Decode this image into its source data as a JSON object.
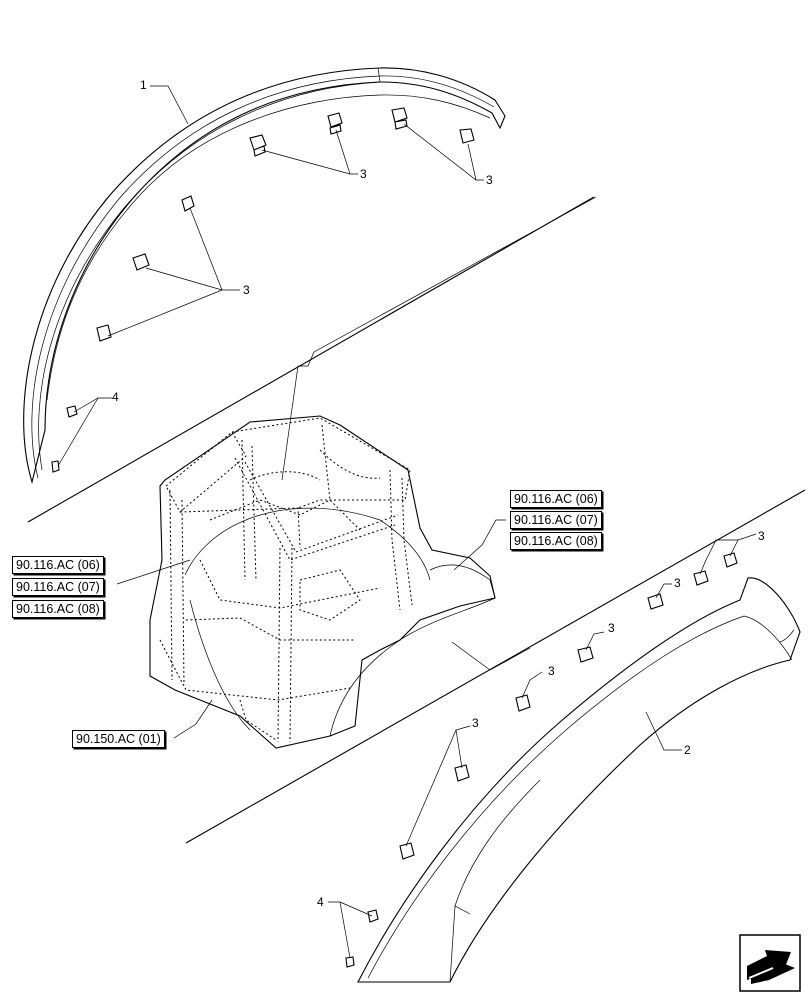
{
  "callouts": {
    "part_1": "1",
    "part_2": "2",
    "clip_3": "3",
    "clip_4": "4"
  },
  "references": {
    "right_group": [
      "90.116.AC (06)",
      "90.116.AC (07)",
      "90.116.AC (08)"
    ],
    "left_group": [
      "90.116.AC (06)",
      "90.116.AC (07)",
      "90.116.AC (08)"
    ],
    "frame": "90.150.AC (01)"
  },
  "icons": {
    "navigation": "next-page-arrow-icon"
  }
}
